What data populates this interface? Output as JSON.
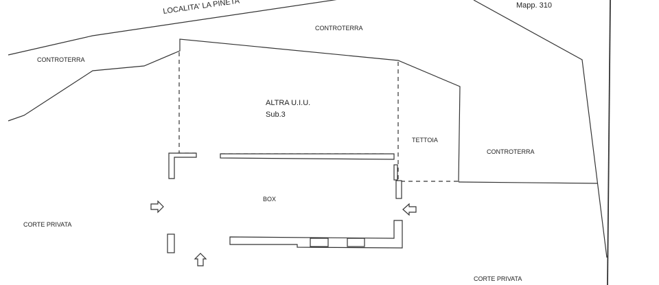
{
  "labels": {
    "road": "LOCALITA' LA PINETA",
    "mapp": "Mapp. 310",
    "controterra_top": "CONTROTERRA",
    "controterra_left": "CONTROTERRA",
    "controterra_right": "CONTROTERRA",
    "altra_uiu": "ALTRA U.I.U.",
    "sub": "Sub.3",
    "tettoia": "TETTOIA",
    "box": "BOX",
    "corte_left": "CORTE PRIVATA",
    "corte_bottom": "CORTE PRIVATA"
  }
}
